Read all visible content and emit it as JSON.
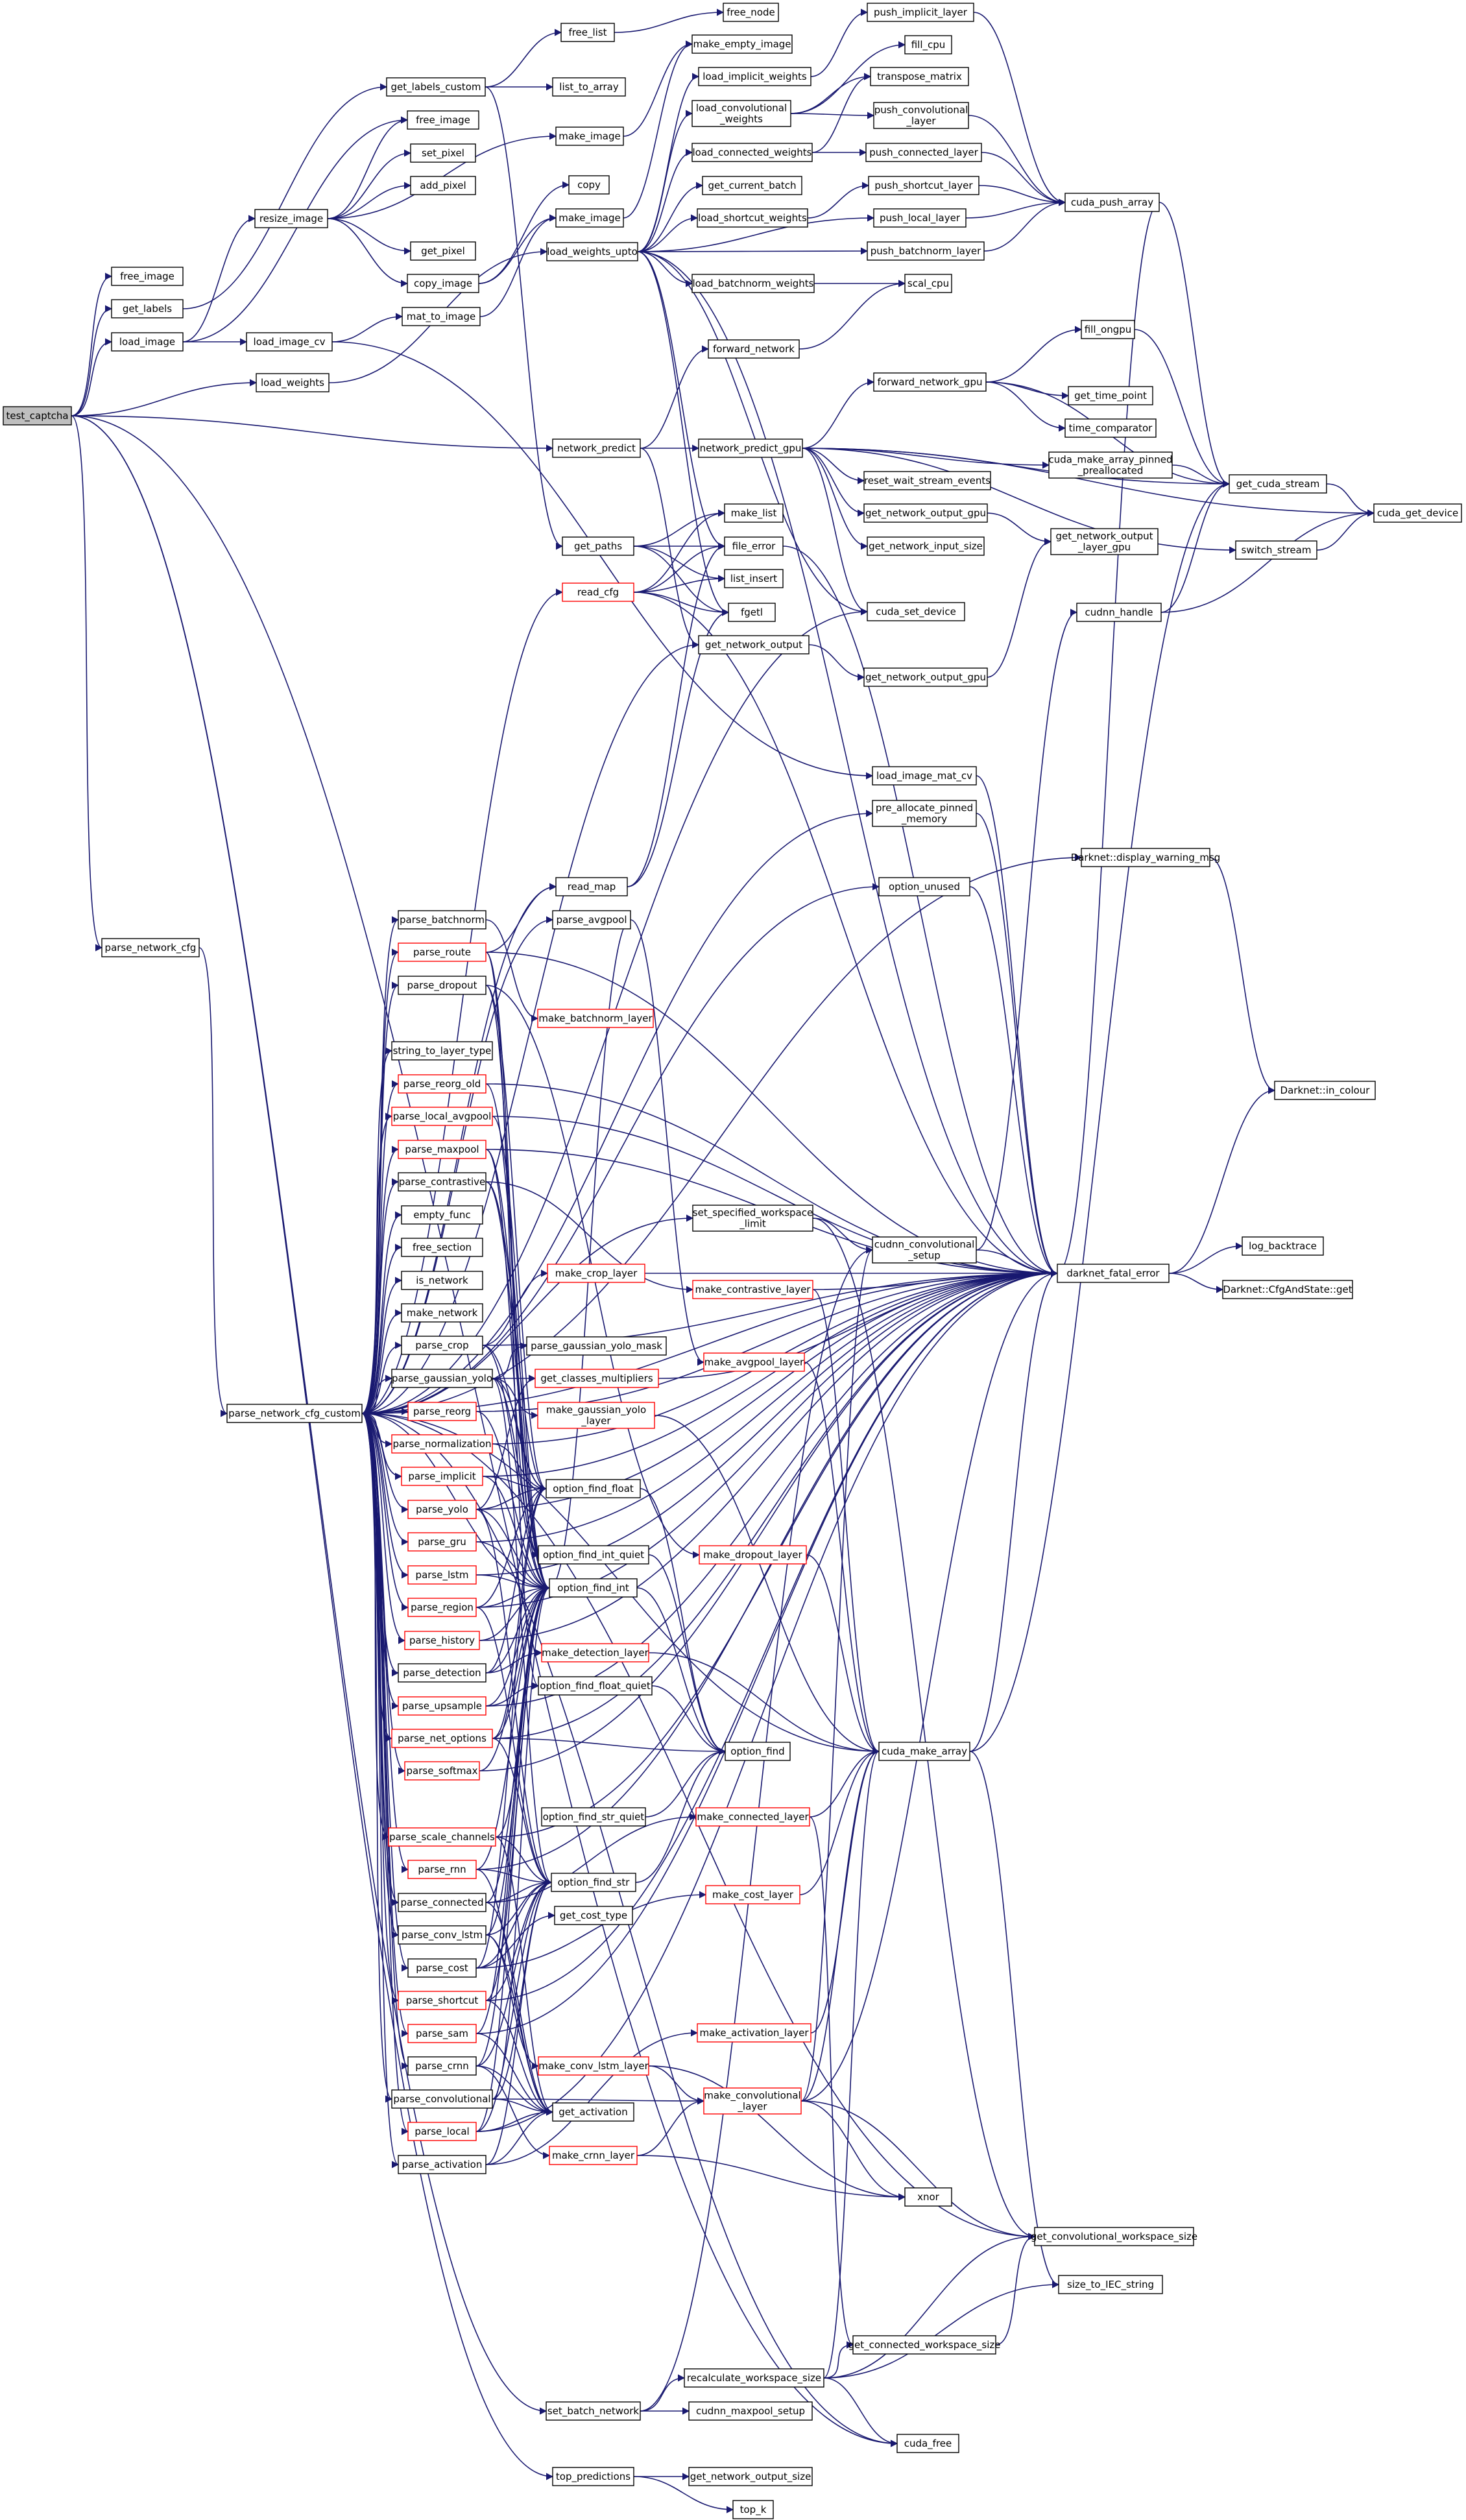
{
  "colors": {
    "edge": "#191970",
    "node_border": "#000000",
    "node_border_truncated": "#ff0000",
    "root_fill": "#bfbfbf",
    "background": "#ffffff"
  },
  "nodes": {
    "test_captcha": [
      "test_captcha"
    ],
    "free_image": [
      "free_image"
    ],
    "get_labels": [
      "get_labels"
    ],
    "load_image": [
      "load_image"
    ],
    "load_weights": [
      "load_weights"
    ],
    "parse_network_cfg": [
      "parse_network_cfg"
    ],
    "parse_network_cfg_custom": [
      "parse_network_cfg_custom"
    ],
    "get_labels_custom": [
      "get_labels_custom"
    ],
    "resize_image": [
      "resize_image"
    ],
    "load_image_cv": [
      "load_image_cv"
    ],
    "free_list": [
      "free_list"
    ],
    "list_to_array": [
      "list_to_array"
    ],
    "free_node": [
      "free_node"
    ],
    "free_image_2": [
      "free_image"
    ],
    "set_pixel": [
      "set_pixel"
    ],
    "add_pixel": [
      "add_pixel"
    ],
    "get_pixel": [
      "get_pixel"
    ],
    "copy_image": [
      "copy_image"
    ],
    "make_image_1": [
      "make_image"
    ],
    "make_image_2": [
      "make_image"
    ],
    "copy": [
      "copy"
    ],
    "mat_to_image": [
      "mat_to_image"
    ],
    "make_empty_image": [
      "make_empty_image"
    ],
    "load_weights_upto": [
      "load_weights_upto"
    ],
    "load_implicit_weights": [
      "load_implicit_weights"
    ],
    "load_convolutional_weights": [
      "load_convolutional",
      "_weights"
    ],
    "load_connected_weights": [
      "load_connected_weights"
    ],
    "get_current_batch": [
      "get_current_batch"
    ],
    "load_shortcut_weights": [
      "load_shortcut_weights"
    ],
    "load_batchnorm_weights": [
      "load_batchnorm_weights"
    ],
    "push_implicit_layer": [
      "push_implicit_layer"
    ],
    "fill_cpu": [
      "fill_cpu"
    ],
    "transpose_matrix": [
      "transpose_matrix"
    ],
    "push_convolutional_layer": [
      "push_convolutional",
      "_layer"
    ],
    "push_connected_layer": [
      "push_connected_layer"
    ],
    "push_shortcut_layer": [
      "push_shortcut_layer"
    ],
    "push_local_layer": [
      "push_local_layer"
    ],
    "push_batchnorm_layer": [
      "push_batchnorm_layer"
    ],
    "scal_cpu": [
      "scal_cpu"
    ],
    "cuda_push_array": [
      "cuda_push_array"
    ],
    "forward_network": [
      "forward_network"
    ],
    "network_predict": [
      "network_predict"
    ],
    "network_predict_gpu": [
      "network_predict_gpu"
    ],
    "fill_ongpu": [
      "fill_ongpu"
    ],
    "forward_network_gpu": [
      "forward_network_gpu"
    ],
    "get_time_point": [
      "get_time_point"
    ],
    "time_comparator": [
      "time_comparator"
    ],
    "cuda_make_array_pinned_preallocated": [
      "cuda_make_array_pinned",
      "_preallocated"
    ],
    "get_cuda_stream": [
      "get_cuda_stream"
    ],
    "cuda_get_device": [
      "cuda_get_device"
    ],
    "reset_wait_stream_events": [
      "reset_wait_stream_events"
    ],
    "get_network_output_gpu": [
      "get_network_output_gpu"
    ],
    "get_network_input_size": [
      "get_network_input_size"
    ],
    "get_network_output_layer_gpu": [
      "get_network_output",
      "_layer_gpu"
    ],
    "switch_stream": [
      "switch_stream"
    ],
    "get_paths": [
      "get_paths"
    ],
    "make_list": [
      "make_list"
    ],
    "file_error": [
      "file_error"
    ],
    "list_insert": [
      "list_insert"
    ],
    "read_cfg": [
      "read_cfg"
    ],
    "fgetl": [
      "fgetl"
    ],
    "cuda_set_device": [
      "cuda_set_device"
    ],
    "cudnn_handle": [
      "cudnn_handle"
    ],
    "get_network_output": [
      "get_network_output"
    ],
    "get_network_output_gpu_2": [
      "get_network_output_gpu"
    ],
    "load_image_mat_cv": [
      "load_image_mat_cv"
    ],
    "pre_allocate_pinned_memory": [
      "pre_allocate_pinned",
      "_memory"
    ],
    "display_warning_msg": [
      "Darknet::display_warning_msg"
    ],
    "read_map": [
      "read_map"
    ],
    "option_unused": [
      "option_unused"
    ],
    "parse_batchnorm": [
      "parse_batchnorm"
    ],
    "parse_avgpool": [
      "parse_avgpool"
    ],
    "parse_route": [
      "parse_route"
    ],
    "parse_dropout": [
      "parse_dropout"
    ],
    "make_batchnorm_layer": [
      "make_batchnorm_layer"
    ],
    "string_to_layer_type": [
      "string_to_layer_type"
    ],
    "parse_reorg_old": [
      "parse_reorg_old"
    ],
    "parse_local_avgpool": [
      "parse_local_avgpool"
    ],
    "parse_maxpool": [
      "parse_maxpool"
    ],
    "parse_contrastive": [
      "parse_contrastive"
    ],
    "empty_func": [
      "empty_func"
    ],
    "free_section": [
      "free_section"
    ],
    "is_network": [
      "is_network"
    ],
    "make_network": [
      "make_network"
    ],
    "parse_crop": [
      "parse_crop"
    ],
    "parse_gaussian_yolo": [
      "parse_gaussian_yolo"
    ],
    "parse_reorg": [
      "parse_reorg"
    ],
    "parse_normalization": [
      "parse_normalization"
    ],
    "parse_implicit": [
      "parse_implicit"
    ],
    "parse_yolo": [
      "parse_yolo"
    ],
    "parse_gru": [
      "parse_gru"
    ],
    "parse_lstm": [
      "parse_lstm"
    ],
    "parse_region": [
      "parse_region"
    ],
    "parse_history": [
      "parse_history"
    ],
    "parse_detection": [
      "parse_detection"
    ],
    "parse_upsample": [
      "parse_upsample"
    ],
    "parse_net_options": [
      "parse_net_options"
    ],
    "parse_softmax": [
      "parse_softmax"
    ],
    "parse_scale_channels": [
      "parse_scale_channels"
    ],
    "parse_rnn": [
      "parse_rnn"
    ],
    "parse_connected": [
      "parse_connected"
    ],
    "parse_conv_lstm": [
      "parse_conv_lstm"
    ],
    "parse_cost": [
      "parse_cost"
    ],
    "parse_shortcut": [
      "parse_shortcut"
    ],
    "parse_sam": [
      "parse_sam"
    ],
    "parse_crnn": [
      "parse_crnn"
    ],
    "parse_convolutional": [
      "parse_convolutional"
    ],
    "parse_local": [
      "parse_local"
    ],
    "parse_activation": [
      "parse_activation"
    ],
    "set_specified_workspace_limit": [
      "set_specified_workspace",
      "_limit"
    ],
    "cudnn_convolutional_setup": [
      "cudnn_convolutional",
      "_setup"
    ],
    "darknet_fatal_error": [
      "darknet_fatal_error"
    ],
    "in_colour": [
      "Darknet::in_colour"
    ],
    "log_backtrace": [
      "log_backtrace"
    ],
    "cfg_and_state_get": [
      "Darknet::CfgAndState::get"
    ],
    "make_crop_layer": [
      "make_crop_layer"
    ],
    "make_contrastive_layer": [
      "make_contrastive_layer"
    ],
    "parse_gaussian_yolo_mask": [
      "parse_gaussian_yolo_mask"
    ],
    "make_avgpool_layer": [
      "make_avgpool_layer"
    ],
    "get_classes_multipliers": [
      "get_classes_multipliers"
    ],
    "make_gaussian_yolo_layer": [
      "make_gaussian_yolo",
      "_layer"
    ],
    "option_find_float": [
      "option_find_float"
    ],
    "option_find_int_quiet": [
      "option_find_int_quiet"
    ],
    "make_dropout_layer": [
      "make_dropout_layer"
    ],
    "option_find_int": [
      "option_find_int"
    ],
    "make_detection_layer": [
      "make_detection_layer"
    ],
    "option_find_float_quiet": [
      "option_find_float_quiet"
    ],
    "option_find": [
      "option_find"
    ],
    "cuda_make_array": [
      "cuda_make_array"
    ],
    "option_find_str_quiet": [
      "option_find_str_quiet"
    ],
    "make_connected_layer": [
      "make_connected_layer"
    ],
    "option_find_str": [
      "option_find_str"
    ],
    "make_cost_layer": [
      "make_cost_layer"
    ],
    "get_cost_type": [
      "get_cost_type"
    ],
    "make_activation_layer": [
      "make_activation_layer"
    ],
    "make_conv_lstm_layer": [
      "make_conv_lstm_layer"
    ],
    "make_convolutional_layer": [
      "make_convolutional",
      "_layer"
    ],
    "get_activation": [
      "get_activation"
    ],
    "make_crnn_layer": [
      "make_crnn_layer"
    ],
    "xnor": [
      "xnor"
    ],
    "get_convolutional_workspace_size": [
      "get_convolutional_workspace_size"
    ],
    "size_to_iec_string": [
      "size_to_IEC_string"
    ],
    "get_connected_workspace_size": [
      "get_connected_workspace_size"
    ],
    "recalculate_workspace_size": [
      "recalculate_workspace_size"
    ],
    "set_batch_network": [
      "set_batch_network"
    ],
    "cudnn_maxpool_setup": [
      "cudnn_maxpool_setup"
    ],
    "cuda_free": [
      "cuda_free"
    ],
    "top_predictions": [
      "top_predictions"
    ],
    "get_network_output_size": [
      "get_network_output_size"
    ],
    "top_k": [
      "top_k"
    ]
  }
}
